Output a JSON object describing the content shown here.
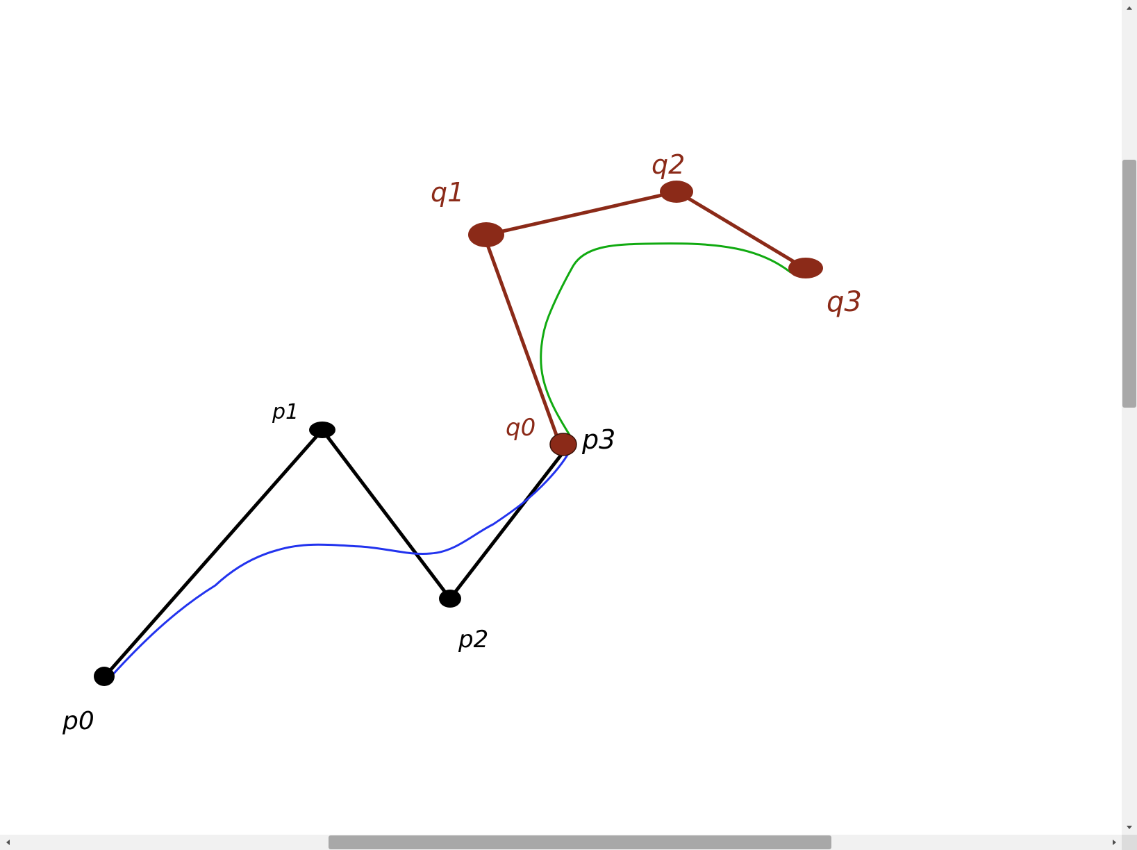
{
  "diagram": {
    "colors": {
      "black_polygon": "#000000",
      "red_polygon": "#8b2a18",
      "blue_curve": "#2233ee",
      "green_curve": "#11aa11",
      "background": "#ffffff"
    },
    "black_control_points": [
      "p0",
      "p1",
      "p2",
      "p3"
    ],
    "red_control_points": [
      "q0",
      "q1",
      "q2",
      "q3"
    ],
    "labels": {
      "p0": "p0",
      "p1": "p1",
      "p2": "p2",
      "p3": "p3",
      "q0": "q0",
      "q1": "q1",
      "q2": "q2",
      "q3": "q3"
    }
  },
  "scrollbars": {
    "vertical": {
      "icons": [
        "arrow-up-icon",
        "arrow-down-icon"
      ]
    },
    "horizontal": {
      "icons": [
        "arrow-left-icon",
        "arrow-right-icon"
      ]
    }
  }
}
